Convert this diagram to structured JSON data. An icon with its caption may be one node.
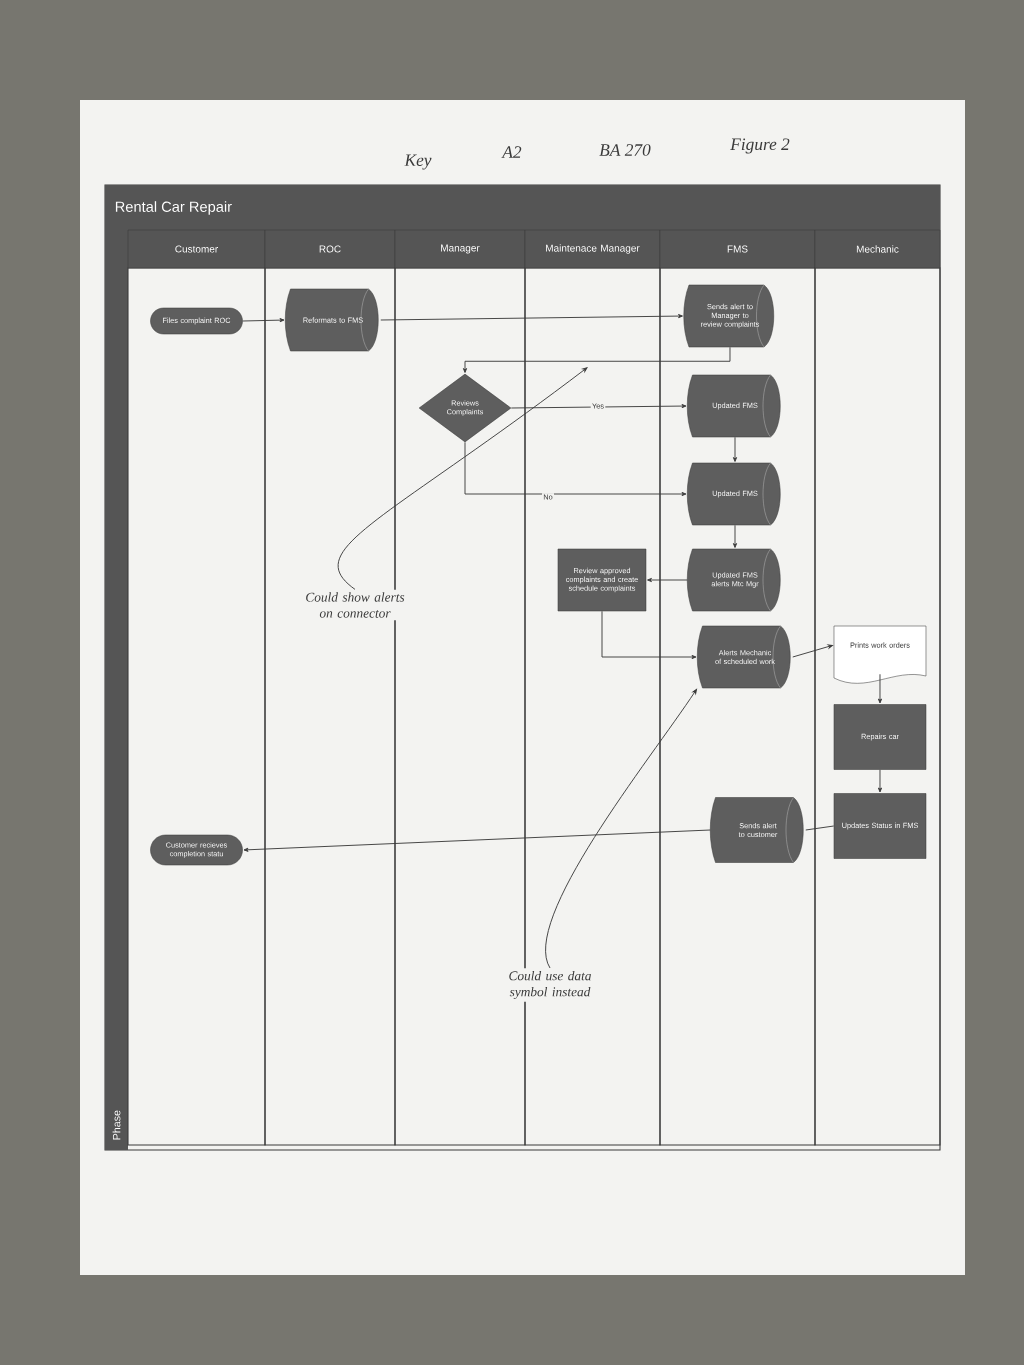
{
  "diagram": {
    "title": "Rental Car Repair",
    "nodes": [
      {
        "text": [
          "Customer"
        ]
      },
      {
        "text": [
          "ROC"
        ]
      },
      {
        "text": [
          "Manager"
        ]
      },
      {
        "text": [
          "Maintenace Manager"
        ]
      },
      {
        "text": [
          "FMS"
        ]
      },
      {
        "text": [
          "Mechanic"
        ]
      },
      {
        "text": [
          "Files complaint ROC"
        ],
        "in": 0
      },
      {
        "text": [
          "Reformats to FMS"
        ],
        "in": 1
      },
      {
        "text": [
          "Sends alert to Manager to review complaints"
        ],
        "in": 4
      },
      {
        "text": [
          "Reviews Complaints"
        ],
        "in": 2
      },
      {
        "text": [
          "Updated FMS"
        ],
        "in": 4
      },
      {
        "text": [
          "Updated FMS"
        ],
        "in": 4
      },
      {
        "text": [
          "Review approved complaints and create schedule complaints"
        ],
        "in": 3
      },
      {
        "text": [
          "Updated FMS alerts Mtc Mgr"
        ],
        "in": 4
      },
      {
        "text": [
          "Alerts Mechanic of scheduled work"
        ],
        "in": 4
      },
      {
        "text": [
          "Prints work orders"
        ],
        "in": 5
      },
      {
        "text": [
          "Repairs car"
        ],
        "in": 5
      },
      {
        "text": [
          "Updates Status in FMS"
        ],
        "in": 5
      },
      {
        "text": [
          "Sends alert to customer"
        ],
        "in": 4
      },
      {
        "text": [
          "Customer recieves completion statu"
        ],
        "in": 0
      },
      {
        "text": [
          "Could show alerts on connector"
        ]
      },
      {
        "text": [
          "Could use data symbol instead"
        ]
      }
    ],
    "edges": [
      {
        "from": 6,
        "to": 7,
        "arrow": "to"
      },
      {
        "from": 7,
        "to": 8,
        "arrow": "to"
      },
      {
        "from": 8,
        "to": 9,
        "arrow": "to"
      },
      {
        "from": 9,
        "to": 10,
        "arrow": "to",
        "label": "Yes"
      },
      {
        "from": 9,
        "to": 11,
        "arrow": "to",
        "label": "No"
      },
      {
        "from": 10,
        "to": 11,
        "arrow": "to"
      },
      {
        "from": 11,
        "to": 13,
        "arrow": "to"
      },
      {
        "from": 13,
        "to": 12,
        "arrow": "to"
      },
      {
        "from": 12,
        "to": 14,
        "arrow": "to"
      },
      {
        "from": 14,
        "to": 15,
        "arrow": "to"
      },
      {
        "from": 15,
        "to": 16,
        "arrow": "to"
      },
      {
        "from": 16,
        "to": 17,
        "arrow": "to"
      },
      {
        "from": 17,
        "to": 18,
        "arrow": "none"
      },
      {
        "from": 18,
        "to": 19,
        "arrow": "to"
      },
      {
        "from": 20,
        "to": null,
        "arrow": "to"
      },
      {
        "from": 21,
        "to": 14,
        "arrow": "to"
      }
    ],
    "labels": [
      "Key",
      "A2",
      "BA 270",
      "Figure 2",
      "Phase"
    ]
  }
}
